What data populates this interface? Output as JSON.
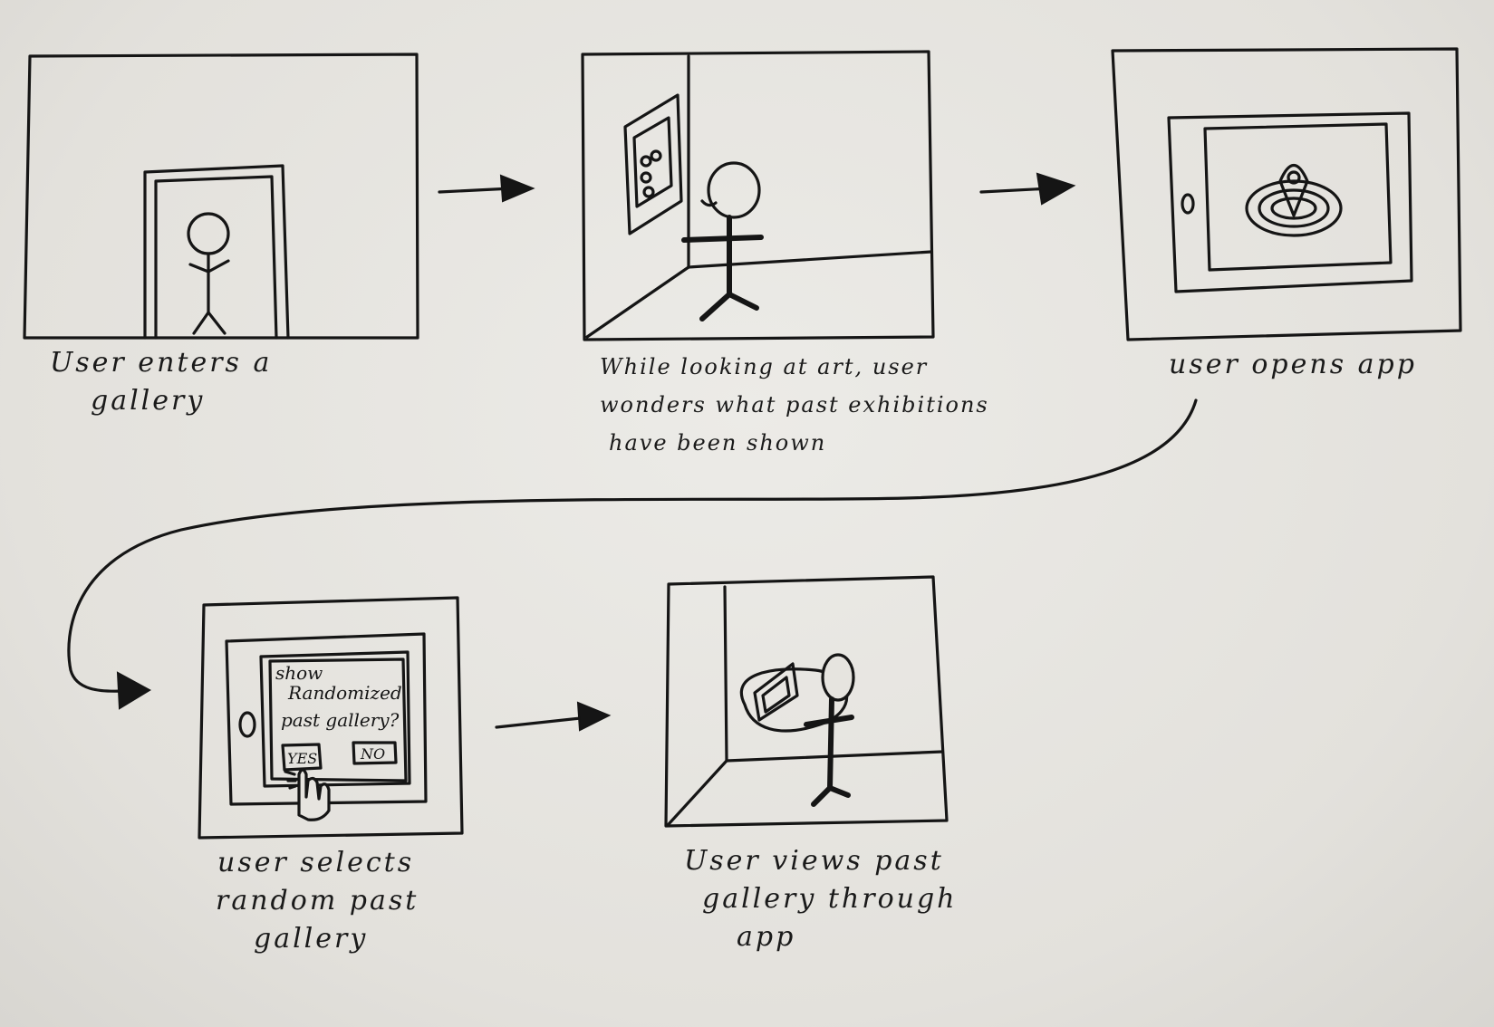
{
  "panels": [
    {
      "id": "enter",
      "caption_lines": [
        "User enters   a",
        "gallery"
      ]
    },
    {
      "id": "look",
      "caption_lines": [
        "While looking at art, user",
        "wonders what past exhibitions",
        "have been shown"
      ]
    },
    {
      "id": "open",
      "caption_lines": [
        "user opens app"
      ]
    },
    {
      "id": "select",
      "caption_lines": [
        "user selects",
        "random past",
        "gallery"
      ]
    },
    {
      "id": "view",
      "caption_lines": [
        "User views past",
        "gallery through",
        "app"
      ]
    }
  ],
  "dialog": {
    "line1": "show",
    "line2": "Randomized",
    "line3": "past gallery?",
    "yes": "YES",
    "no": "NO"
  },
  "colors": {
    "ink": "#151515",
    "paper": "#e6e4df"
  }
}
